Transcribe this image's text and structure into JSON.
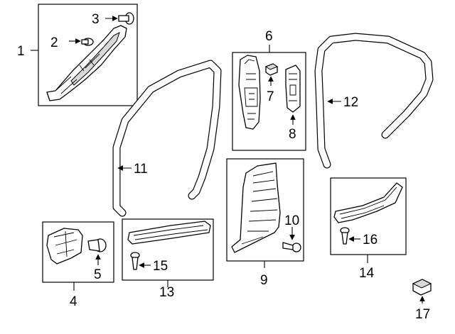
{
  "callouts": {
    "c1": "1",
    "c2": "2",
    "c3": "3",
    "c4": "4",
    "c5": "5",
    "c6": "6",
    "c7": "7",
    "c8": "8",
    "c9": "9",
    "c10": "10",
    "c11": "11",
    "c12": "12",
    "c13": "13",
    "c14": "14",
    "c15": "15",
    "c16": "16",
    "c17": "17"
  }
}
